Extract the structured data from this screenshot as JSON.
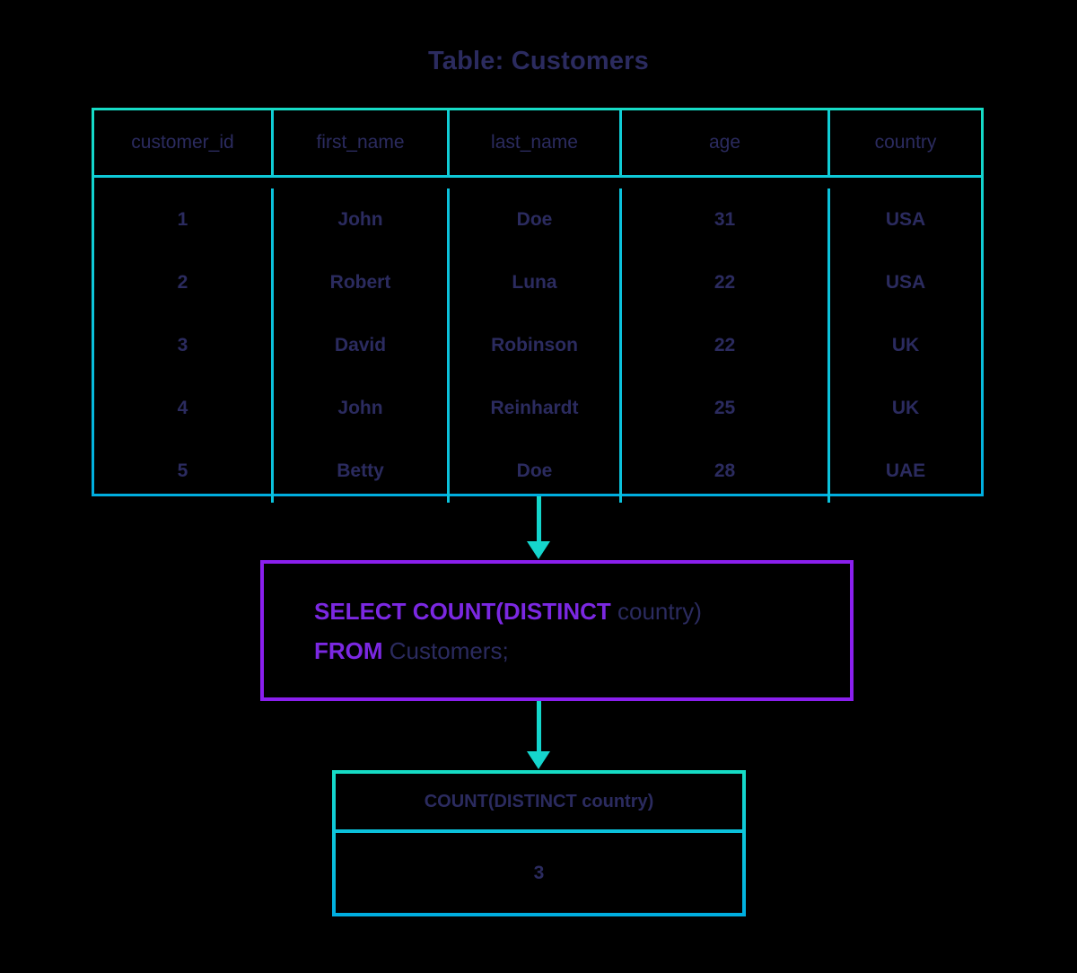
{
  "title": "Table: Customers",
  "colors": {
    "background": "#000000",
    "table_border": "#0fc9d9",
    "table_border_top": "#16dcc6",
    "table_border_bottom": "#00aee0",
    "query_border": "#8a1fee",
    "keyword": "#7b28e2",
    "text": "#2b2b5f",
    "arrow": "#15d5cd"
  },
  "source_table": {
    "columns": [
      "customer_id",
      "first_name",
      "last_name",
      "age",
      "country"
    ],
    "rows": [
      [
        "1",
        "John",
        "Doe",
        "31",
        "USA"
      ],
      [
        "2",
        "Robert",
        "Luna",
        "22",
        "USA"
      ],
      [
        "3",
        "David",
        "Robinson",
        "22",
        "UK"
      ],
      [
        "4",
        "John",
        "Reinhardt",
        "25",
        "UK"
      ],
      [
        "5",
        "Betty",
        "Doe",
        "28",
        "UAE"
      ]
    ]
  },
  "query": {
    "line1": {
      "keyword": "SELECT COUNT(DISTINCT",
      "identifier": " country)"
    },
    "line2": {
      "keyword": "FROM",
      "identifier": " Customers;"
    },
    "full_text": "SELECT COUNT(DISTINCT country) FROM Customers;"
  },
  "result_table": {
    "header": "COUNT(DISTINCT country)",
    "value": "3"
  }
}
